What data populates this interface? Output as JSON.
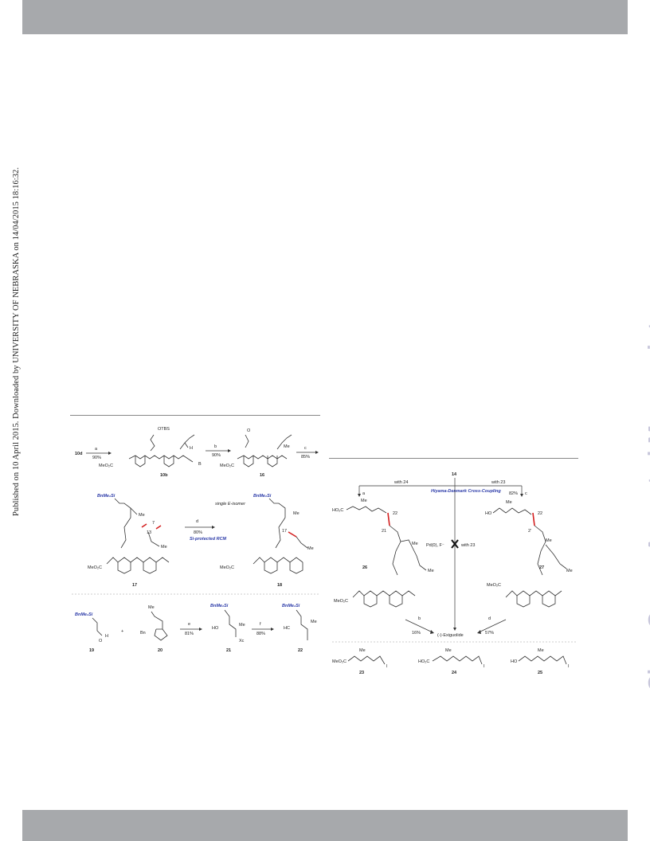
{
  "side_text": {
    "published": "Published on 10 April 2015. Downloaded by UNIVERSITY OF NEBRASKA on 14/04/2015 18:16:32.",
    "journal": "ChemComm Accepted Manuscript"
  },
  "scheme_left": {
    "row1": {
      "start": "10d",
      "arrows": [
        {
          "reagent": "a",
          "yield": "90%"
        },
        {
          "reagent": "b",
          "yield": "90%"
        },
        {
          "reagent": "c",
          "yield": "85%"
        }
      ],
      "compounds": [
        "10b",
        "16"
      ],
      "labels": {
        "otbs": "OTBS",
        "h": "H",
        "o": "O",
        "me": "Me",
        "meo2c_1": "MeO₂C",
        "meo2c_2": "MeO₂C",
        "b": "B"
      }
    },
    "row2": {
      "compounds": [
        "17",
        "18"
      ],
      "si_1": "BnMe₂Si",
      "si_2": "BnMe₂Si",
      "arrow": {
        "reagent": "d",
        "yield": "80%",
        "note_top": "single E-isomer",
        "note_bottom": "Si-protected RCM"
      },
      "locants": [
        "7",
        "13",
        "17"
      ],
      "labels": {
        "me1": "Me",
        "me2": "Me",
        "me3": "Me",
        "me4": "Me",
        "meo2c_1": "MeO₂C",
        "meo2c_2": "MeO₂C"
      }
    },
    "row3": {
      "si_1": "BnMe₂Si",
      "si_2": "BnMe₂Si",
      "si_3": "BnMe₂Si",
      "plus": "+",
      "compounds": [
        "19",
        "20",
        "21",
        "22"
      ],
      "arrows": [
        {
          "reagent": "e",
          "yield": "81%"
        },
        {
          "reagent": "f",
          "yield": "88%"
        }
      ],
      "labels": {
        "me_20": "Me",
        "bn": "Bn",
        "ho": "HO",
        "me_21": "Me",
        "x": "Xc",
        "hc": "HC",
        "me_22": "Me",
        "h": "H",
        "o": "O"
      }
    }
  },
  "scheme_right": {
    "top_compound": "14",
    "with_left": "with 24",
    "with_right": "with 23",
    "with_mid": "with 23",
    "reagent_a": "a",
    "reagent_c": "c",
    "center_title": "Hiyama-Denmark Cross-Coupling",
    "yield_right": "82%",
    "pd_conditions": "Pd(0), F⁻",
    "compounds": [
      "26",
      "27"
    ],
    "locants_left": [
      "22",
      "21"
    ],
    "locants_right": [
      "22",
      "2'"
    ],
    "labels": {
      "ho2c": "HO₂C",
      "me_l": "Me",
      "me_l2": "Me",
      "me_l3": "Me",
      "ho": "HO",
      "me_r": "Me",
      "me_r2": "Me",
      "me_r3": "Me",
      "meo2c_l": "MeO₂C",
      "meo2c_r": "MeO₂C"
    },
    "final_product": "(-)-Exiguolide",
    "arrow_b": {
      "reagent": "b",
      "yield": "16%"
    },
    "arrow_d": {
      "reagent": "d",
      "yield": "57%"
    },
    "bottom_compounds": [
      {
        "id": "23",
        "label": "MeO₂C",
        "me": "Me",
        "end": "I"
      },
      {
        "id": "24",
        "label": "HO₂C",
        "me": "Me",
        "end": "I"
      },
      {
        "id": "25",
        "label": "HO",
        "me": "Me",
        "end": "I"
      }
    ]
  }
}
